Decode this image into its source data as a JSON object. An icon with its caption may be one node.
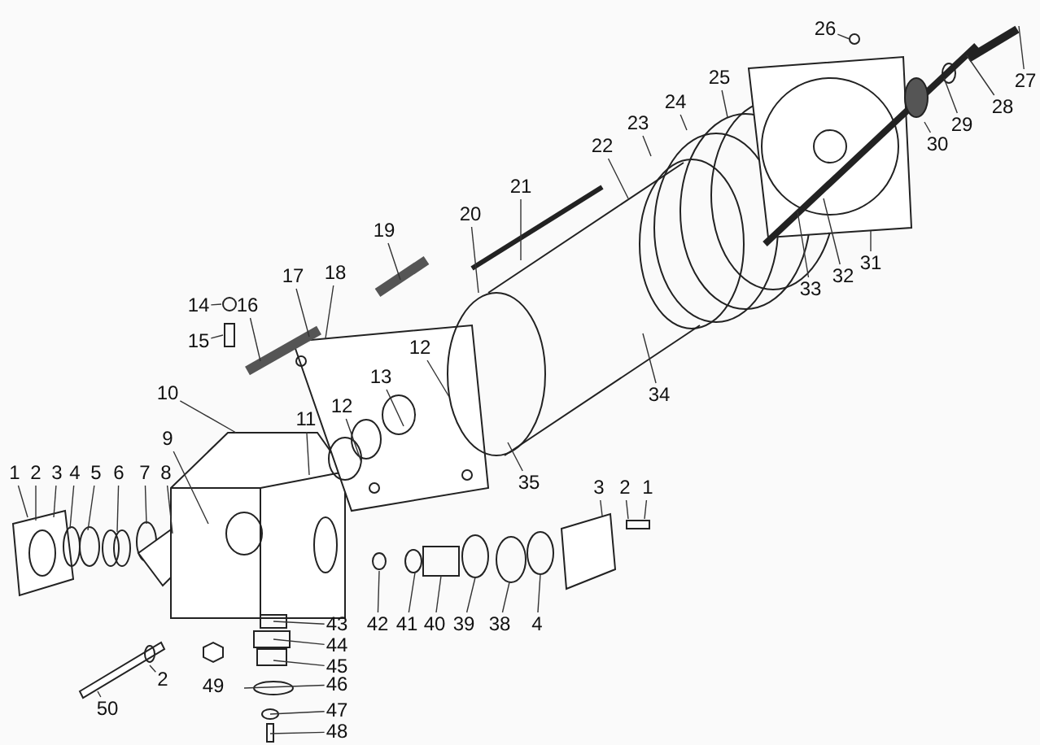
{
  "diagram": {
    "nodes": [
      {
        "text": [
          "1"
        ]
      },
      {
        "text": [
          "2"
        ]
      },
      {
        "text": [
          "3"
        ]
      },
      {
        "text": [
          "4"
        ]
      },
      {
        "text": [
          "5"
        ]
      },
      {
        "text": [
          "6"
        ]
      },
      {
        "text": [
          "7"
        ]
      },
      {
        "text": [
          "8"
        ]
      },
      {
        "text": [
          "9"
        ]
      },
      {
        "text": [
          "10"
        ]
      },
      {
        "text": [
          "11"
        ]
      },
      {
        "text": [
          "12"
        ]
      },
      {
        "text": [
          "13"
        ]
      },
      {
        "text": [
          "12"
        ]
      },
      {
        "text": [
          "14"
        ]
      },
      {
        "text": [
          "15"
        ]
      },
      {
        "text": [
          "16"
        ]
      },
      {
        "text": [
          "17"
        ]
      },
      {
        "text": [
          "18"
        ]
      },
      {
        "text": [
          "19"
        ]
      },
      {
        "text": [
          "20"
        ]
      },
      {
        "text": [
          "21"
        ]
      },
      {
        "text": [
          "22"
        ]
      },
      {
        "text": [
          "23"
        ]
      },
      {
        "text": [
          "24"
        ]
      },
      {
        "text": [
          "25"
        ]
      },
      {
        "text": [
          "26"
        ]
      },
      {
        "text": [
          "27"
        ]
      },
      {
        "text": [
          "28"
        ]
      },
      {
        "text": [
          "29"
        ]
      },
      {
        "text": [
          "30"
        ]
      },
      {
        "text": [
          "31"
        ]
      },
      {
        "text": [
          "32"
        ]
      },
      {
        "text": [
          "33"
        ]
      },
      {
        "text": [
          "34"
        ]
      },
      {
        "text": [
          "35"
        ]
      },
      {
        "text": [
          "3"
        ]
      },
      {
        "text": [
          "2"
        ]
      },
      {
        "text": [
          "1"
        ]
      },
      {
        "text": [
          "42"
        ]
      },
      {
        "text": [
          "41"
        ]
      },
      {
        "text": [
          "40"
        ]
      },
      {
        "text": [
          "39"
        ]
      },
      {
        "text": [
          "38"
        ]
      },
      {
        "text": [
          "4"
        ]
      },
      {
        "text": [
          "43"
        ]
      },
      {
        "text": [
          "44"
        ]
      },
      {
        "text": [
          "45"
        ]
      },
      {
        "text": [
          "46"
        ]
      },
      {
        "text": [
          "47"
        ]
      },
      {
        "text": [
          "48"
        ]
      },
      {
        "text": [
          "50"
        ]
      },
      {
        "text": [
          "2"
        ]
      }
    ],
    "edges": [
      {
        "from": 0,
        "to": null,
        "arrow": "none"
      },
      {
        "from": 1,
        "to": null,
        "arrow": "none"
      },
      {
        "from": 2,
        "to": null,
        "arrow": "none"
      },
      {
        "from": 3,
        "to": null,
        "arrow": "none"
      },
      {
        "from": 4,
        "to": null,
        "arrow": "none"
      },
      {
        "from": 5,
        "to": null,
        "arrow": "none"
      },
      {
        "from": 6,
        "to": null,
        "arrow": "none"
      },
      {
        "from": 7,
        "to": null,
        "arrow": "none"
      },
      {
        "from": 8,
        "to": null,
        "arrow": "none"
      },
      {
        "from": 9,
        "to": null,
        "arrow": "none"
      },
      {
        "from": 10,
        "to": null,
        "arrow": "none"
      },
      {
        "from": 11,
        "to": null,
        "arrow": "none"
      },
      {
        "from": 12,
        "to": null,
        "arrow": "none"
      },
      {
        "from": 13,
        "to": null,
        "arrow": "none"
      },
      {
        "from": 14,
        "to": null,
        "arrow": "none"
      },
      {
        "from": 15,
        "to": null,
        "arrow": "none"
      },
      {
        "from": 16,
        "to": null,
        "arrow": "none"
      },
      {
        "from": 17,
        "to": null,
        "arrow": "none"
      },
      {
        "from": 18,
        "to": null,
        "arrow": "none"
      },
      {
        "from": 19,
        "to": null,
        "arrow": "none"
      },
      {
        "from": 20,
        "to": null,
        "arrow": "none"
      },
      {
        "from": 21,
        "to": null,
        "arrow": "none"
      },
      {
        "from": 22,
        "to": null,
        "arrow": "none"
      },
      {
        "from": 23,
        "to": null,
        "arrow": "none"
      },
      {
        "from": 24,
        "to": null,
        "arrow": "none"
      },
      {
        "from": 25,
        "to": null,
        "arrow": "none"
      },
      {
        "from": 26,
        "to": null,
        "arrow": "none"
      },
      {
        "from": 27,
        "to": null,
        "arrow": "none"
      },
      {
        "from": 28,
        "to": null,
        "arrow": "none"
      },
      {
        "from": 29,
        "to": null,
        "arrow": "none"
      },
      {
        "from": 30,
        "to": null,
        "arrow": "none"
      },
      {
        "from": 31,
        "to": null,
        "arrow": "none"
      },
      {
        "from": 32,
        "to": null,
        "arrow": "none"
      },
      {
        "from": 33,
        "to": null,
        "arrow": "none"
      },
      {
        "from": 34,
        "to": null,
        "arrow": "none"
      },
      {
        "from": 35,
        "to": null,
        "arrow": "none"
      },
      {
        "from": 36,
        "to": null,
        "arrow": "none"
      },
      {
        "from": 37,
        "to": null,
        "arrow": "none"
      },
      {
        "from": 38,
        "to": null,
        "arrow": "none"
      },
      {
        "from": 39,
        "to": null,
        "arrow": "none"
      },
      {
        "from": 40,
        "to": null,
        "arrow": "none"
      },
      {
        "from": 41,
        "to": null,
        "arrow": "none"
      },
      {
        "from": 42,
        "to": null,
        "arrow": "none"
      },
      {
        "from": 43,
        "to": null,
        "arrow": "none"
      },
      {
        "from": 44,
        "to": null,
        "arrow": "none"
      },
      {
        "from": 45,
        "to": null,
        "arrow": "none"
      },
      {
        "from": 46,
        "to": null,
        "arrow": "none"
      },
      {
        "from": 47,
        "to": null,
        "arrow": "none"
      },
      {
        "from": 48,
        "to": null,
        "arrow": "none"
      },
      {
        "from": 49,
        "to": null,
        "arrow": "none"
      },
      {
        "from": 50,
        "to": null,
        "arrow": "none"
      },
      {
        "from": 51,
        "to": null,
        "arrow": "none"
      },
      {
        "from": 52,
        "to": null,
        "arrow": "none"
      }
    ],
    "labels": [
      "49"
    ]
  }
}
